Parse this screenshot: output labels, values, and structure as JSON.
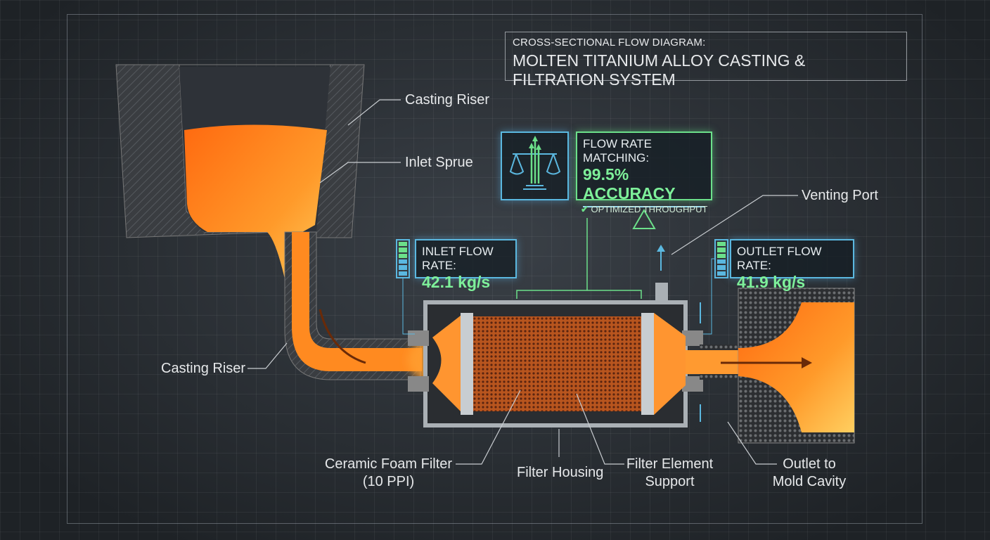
{
  "title": {
    "line1": "CROSS-SECTIONAL FLOW DIAGRAM:",
    "line2": "MOLTEN TITANIUM ALLOY CASTING & FILTRATION SYSTEM"
  },
  "labels": {
    "casting_riser_top": "Casting Riser",
    "inlet_sprue": "Inlet Sprue",
    "casting_riser_bottom": "Casting Riser",
    "venting_port": "Venting Port",
    "ceramic_filter_1": "Ceramic Foam Filter",
    "ceramic_filter_2": "(10 PPI)",
    "filter_housing": "Filter Housing",
    "filter_support_1": "Filter Element",
    "filter_support_2": "Support",
    "outlet_1": "Outlet to",
    "outlet_2": "Mold Cavity"
  },
  "inlet": {
    "label": "INLET FLOW RATE:",
    "value": "42.1 kg/s"
  },
  "outlet": {
    "label": "OUTLET FLOW RATE:",
    "value": "41.9 kg/s"
  },
  "matching": {
    "label": "FLOW RATE MATCHING:",
    "value": "99.5% ACCURACY",
    "note": "OPTIMIZED THROUGHPUT",
    "icon": "balance-scale-icon"
  },
  "colors": {
    "molten": "#ff7a1a",
    "accent_green": "#6ce08a",
    "accent_blue": "#5bb8e0"
  }
}
